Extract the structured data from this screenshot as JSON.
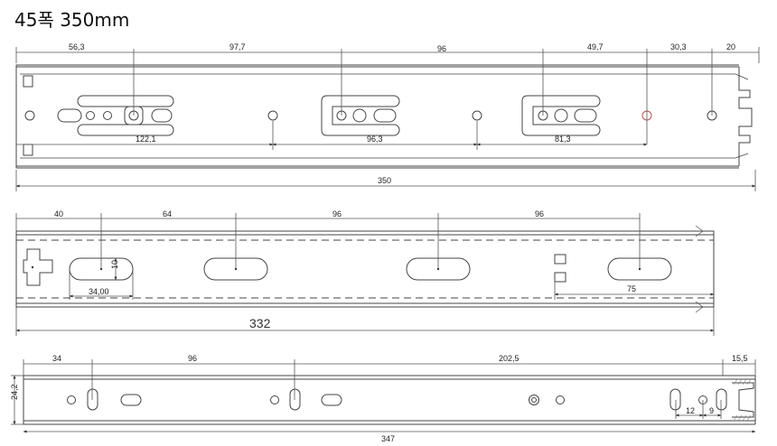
{
  "title": "45폭 350mm",
  "view1": {
    "top_dims": [
      "56,3",
      "97,7",
      "96",
      "49,7",
      "30,3",
      "20"
    ],
    "inner_dims": [
      "122,1",
      "96,3",
      "81,3"
    ],
    "total": "350"
  },
  "view2": {
    "top_dims": [
      "40",
      "64",
      "96",
      "96"
    ],
    "slot_width": "34,00",
    "slot_height": "10",
    "right_dim": "75",
    "total": "332"
  },
  "view3": {
    "top_dims": [
      "34",
      "96",
      "202,5",
      "15,5"
    ],
    "height": "24,2",
    "small_dims": [
      "12",
      "9"
    ],
    "total": "347"
  },
  "colors": {
    "line": "#333333",
    "hole_accent": "#c0504d"
  }
}
